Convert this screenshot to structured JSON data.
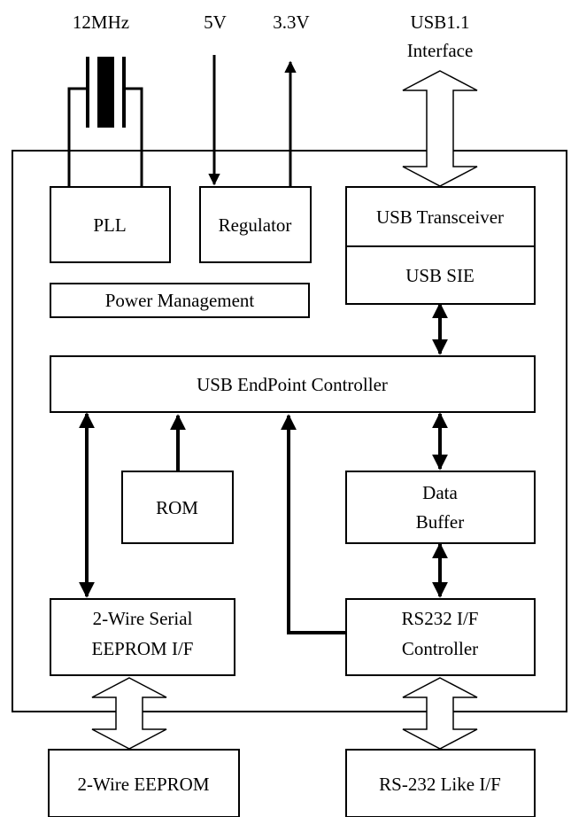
{
  "top_labels": {
    "crystal": "12MHz",
    "power_in": "5V",
    "power_out": "3.3V",
    "usb_line1": "USB1.1",
    "usb_line2": "Interface"
  },
  "blocks": {
    "pll": "PLL",
    "regulator": "Regulator",
    "usb_transceiver": "USB Transceiver",
    "usb_sie": "USB SIE",
    "power_management": "Power Management",
    "endpoint_controller": "USB EndPoint Controller",
    "rom": "ROM",
    "data_buffer_line1": "Data",
    "data_buffer_line2": "Buffer",
    "serial_eeprom_line1": "2-Wire Serial",
    "serial_eeprom_line2": "EEPROM I/F",
    "rs232_line1": "RS232 I/F",
    "rs232_line2": "Controller"
  },
  "external": {
    "eeprom": "2-Wire EEPROM",
    "rs232": "RS-232 Like I/F"
  }
}
